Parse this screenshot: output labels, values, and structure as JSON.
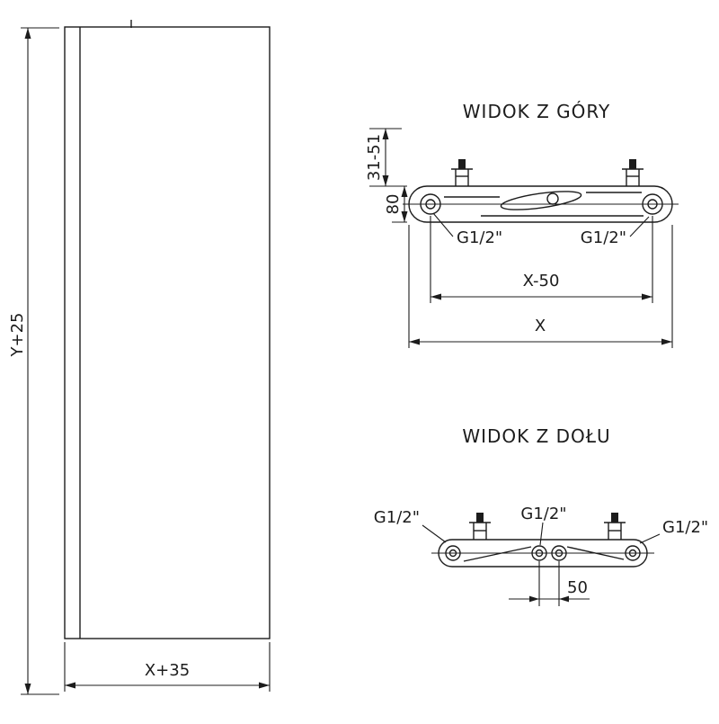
{
  "front_view": {
    "height_label": "Y+25",
    "width_label": "X+35"
  },
  "top_view": {
    "title": "WIDOK Z GÓRY",
    "wall_distance_label": "31-51",
    "depth_label": "80",
    "connection_left_label": "G1/2\"",
    "connection_right_label": "G1/2\"",
    "connection_spacing_label": "X-50",
    "total_width_label": "X"
  },
  "bottom_view": {
    "title": "WIDOK Z DOŁU",
    "connection_left_label": "G1/2\"",
    "connection_center_label": "G1/2\"",
    "connection_right_label": "G1/2\"",
    "center_spacing_label": "50"
  },
  "colors": {
    "line": "#1c1c1c",
    "background": "#ffffff"
  }
}
